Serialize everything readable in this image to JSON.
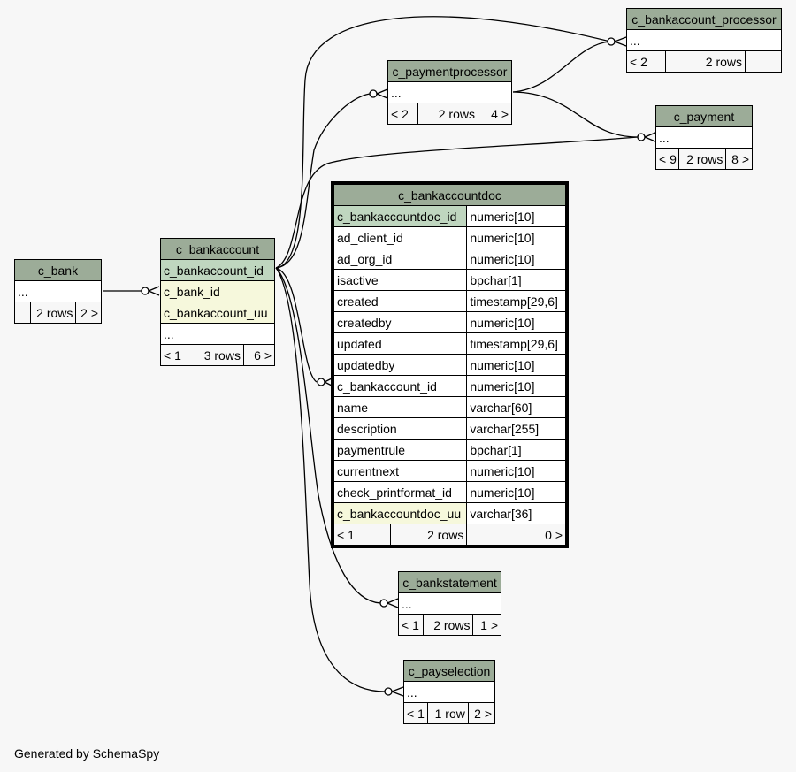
{
  "tables": {
    "c_bank": {
      "name": "c_bank",
      "ellipsis": "...",
      "foot": [
        "",
        "2 rows",
        "2 >"
      ]
    },
    "c_bankaccount": {
      "name": "c_bankaccount",
      "cols": [
        "c_bankaccount_id",
        "c_bank_id",
        "c_bankaccount_uu",
        "..."
      ],
      "foot": [
        "< 1",
        "3 rows",
        "6 >"
      ]
    },
    "c_paymentprocessor": {
      "name": "c_paymentprocessor",
      "ellipsis": "...",
      "foot": [
        "< 2",
        "2 rows",
        "4 >"
      ]
    },
    "c_bankaccount_processor": {
      "name": "c_bankaccount_processor",
      "ellipsis": "...",
      "foot": [
        "< 2",
        "2 rows",
        ""
      ]
    },
    "c_payment": {
      "name": "c_payment",
      "ellipsis": "...",
      "foot": [
        "< 9",
        "2 rows",
        "8 >"
      ]
    },
    "c_bankstatement": {
      "name": "c_bankstatement",
      "ellipsis": "...",
      "foot": [
        "< 1",
        "2 rows",
        "1 >"
      ]
    },
    "c_payselection": {
      "name": "c_payselection",
      "ellipsis": "...",
      "foot": [
        "< 1",
        "1 row",
        "2 >"
      ]
    },
    "c_bankaccountdoc": {
      "name": "c_bankaccountdoc",
      "columns": [
        {
          "name": "c_bankaccountdoc_id",
          "type": "numeric[10]"
        },
        {
          "name": "ad_client_id",
          "type": "numeric[10]"
        },
        {
          "name": "ad_org_id",
          "type": "numeric[10]"
        },
        {
          "name": "isactive",
          "type": "bpchar[1]"
        },
        {
          "name": "created",
          "type": "timestamp[29,6]"
        },
        {
          "name": "createdby",
          "type": "numeric[10]"
        },
        {
          "name": "updated",
          "type": "timestamp[29,6]"
        },
        {
          "name": "updatedby",
          "type": "numeric[10]"
        },
        {
          "name": "c_bankaccount_id",
          "type": "numeric[10]"
        },
        {
          "name": "name",
          "type": "varchar[60]"
        },
        {
          "name": "description",
          "type": "varchar[255]"
        },
        {
          "name": "paymentrule",
          "type": "bpchar[1]"
        },
        {
          "name": "currentnext",
          "type": "numeric[10]"
        },
        {
          "name": "check_printformat_id",
          "type": "numeric[10]"
        },
        {
          "name": "c_bankaccountdoc_uu",
          "type": "varchar[36]"
        }
      ],
      "foot": [
        "< 1",
        "2 rows",
        "0 >"
      ]
    }
  },
  "footer": "Generated by SchemaSpy"
}
